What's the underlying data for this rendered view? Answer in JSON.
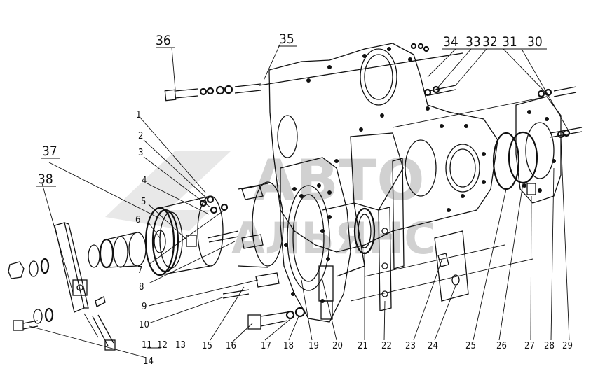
{
  "diagram": {
    "watermark_line1": "АВТО",
    "watermark_line2": "АЛЬЯНС",
    "callouts": [
      {
        "id": "c1",
        "text": "1"
      },
      {
        "id": "c2",
        "text": "2"
      },
      {
        "id": "c3",
        "text": "3"
      },
      {
        "id": "c4",
        "text": "4"
      },
      {
        "id": "c5",
        "text": "5"
      },
      {
        "id": "c6",
        "text": "6"
      },
      {
        "id": "c7",
        "text": "7"
      },
      {
        "id": "c8",
        "text": "8"
      },
      {
        "id": "c9",
        "text": "9"
      },
      {
        "id": "c10",
        "text": "10"
      },
      {
        "id": "c11",
        "text": "11"
      },
      {
        "id": "c12",
        "text": "12"
      },
      {
        "id": "c13",
        "text": "13"
      },
      {
        "id": "c14",
        "text": "14"
      },
      {
        "id": "c15",
        "text": "15"
      },
      {
        "id": "c16",
        "text": "16"
      },
      {
        "id": "c17",
        "text": "17"
      },
      {
        "id": "c18",
        "text": "18"
      },
      {
        "id": "c19",
        "text": "19"
      },
      {
        "id": "c20",
        "text": "20"
      },
      {
        "id": "c21",
        "text": "21"
      },
      {
        "id": "c22",
        "text": "22"
      },
      {
        "id": "c23",
        "text": "23"
      },
      {
        "id": "c24",
        "text": "24"
      },
      {
        "id": "c25",
        "text": "25"
      },
      {
        "id": "c26",
        "text": "26"
      },
      {
        "id": "c27",
        "text": "27"
      },
      {
        "id": "c28",
        "text": "28"
      },
      {
        "id": "c29",
        "text": "29"
      },
      {
        "id": "c30",
        "text": "30"
      },
      {
        "id": "c31",
        "text": "31"
      },
      {
        "id": "c32",
        "text": "32"
      },
      {
        "id": "c33",
        "text": "33"
      },
      {
        "id": "c34",
        "text": "34"
      },
      {
        "id": "c35",
        "text": "35"
      },
      {
        "id": "c36",
        "text": "36"
      },
      {
        "id": "c37",
        "text": "37"
      },
      {
        "id": "c38",
        "text": "38"
      }
    ]
  }
}
